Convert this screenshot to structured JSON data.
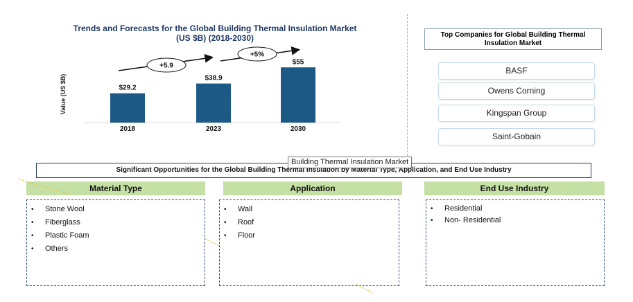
{
  "chart_data": {
    "type": "bar",
    "title": "Trends and Forecasts for the Global Building Thermal Insulation Market (US $B) (2018-2030)",
    "title_lines": [
      "Trends and Forecasts for the Global Building Thermal Insulation Market",
      "(US $B) (2018-2030)"
    ],
    "ylabel": "Value (US $B)",
    "xlabel": "",
    "categories": [
      "2018",
      "2023",
      "2030"
    ],
    "values": [
      29.2,
      38.9,
      55
    ],
    "value_labels": [
      "$29.2",
      "$38.9",
      "$55"
    ],
    "ylim": [
      0,
      60
    ],
    "grid": false,
    "annotations": [
      {
        "label": "+5.9",
        "from": "2018",
        "to": "2023"
      },
      {
        "label": "+5%",
        "from": "2023",
        "to": "2030"
      }
    ],
    "bar_color": "#1c5a85"
  },
  "companies": {
    "title": "Top Companies for Global Building Thermal Insulation Market",
    "items": [
      "BASF",
      "Owens Corning",
      "Kingspan Group",
      "Saint-Gobain"
    ]
  },
  "tooltip": "Building Thermal Insulation Market",
  "opportunities": {
    "title": "Significant Opportunities for  the  Global Building Thermal Insulation by Material Type, Application, and End Use Industry",
    "material_type": {
      "title": "Material Type",
      "items": [
        "Stone Wool",
        "Fiberglass",
        "Plastic Foam",
        "Others"
      ]
    },
    "application": {
      "title": "Application",
      "items": [
        "Wall",
        "Roof",
        "Floor"
      ]
    },
    "end_use": {
      "title": "End Use Industry",
      "items": [
        "Residential",
        "Non- Residential"
      ]
    }
  },
  "colors": {
    "title": "#1f3864",
    "bar": "#1c5a85",
    "header_fill": "#c5e0a5",
    "accent_line": "#e8a33d"
  }
}
